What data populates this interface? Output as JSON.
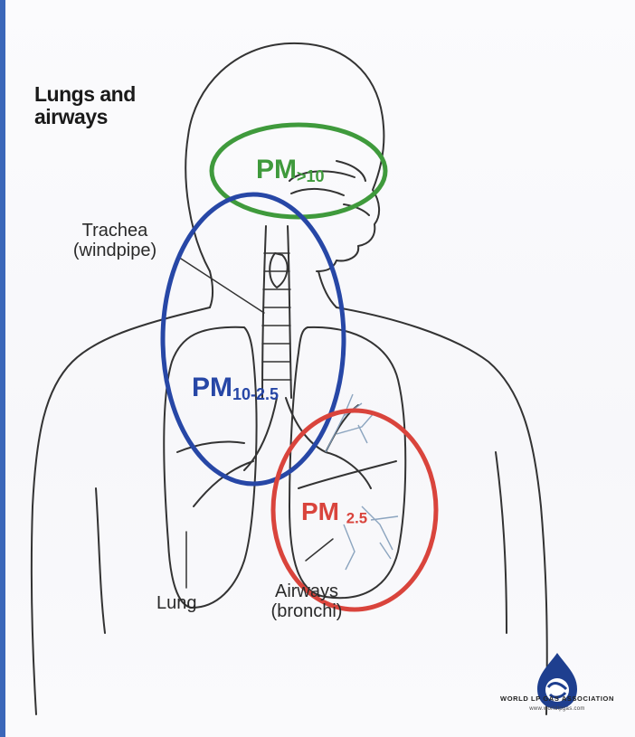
{
  "diagram": {
    "title": "Lungs and airways",
    "labels": {
      "trachea": "Trachea (windpipe)",
      "lung": "Lung",
      "airways": "Airways (bronchi)"
    },
    "regions": [
      {
        "id": "upper",
        "label_main": "PM",
        "label_sub": ">10",
        "color": "#3f9a3c"
      },
      {
        "id": "middle",
        "label_main": "PM",
        "label_sub": "10-2.5",
        "color": "#2747a6"
      },
      {
        "id": "lower",
        "label_main": "PM",
        "label_sub": "2.5",
        "color": "#d9443c"
      }
    ]
  },
  "logo": {
    "name": "WORLD LP GAS ASSOCIATION",
    "url": "www.worldlpgas.com",
    "icon": "water-drop-globe-icon",
    "color": "#1e3f8f"
  },
  "edge_accent": "#3b67b9"
}
